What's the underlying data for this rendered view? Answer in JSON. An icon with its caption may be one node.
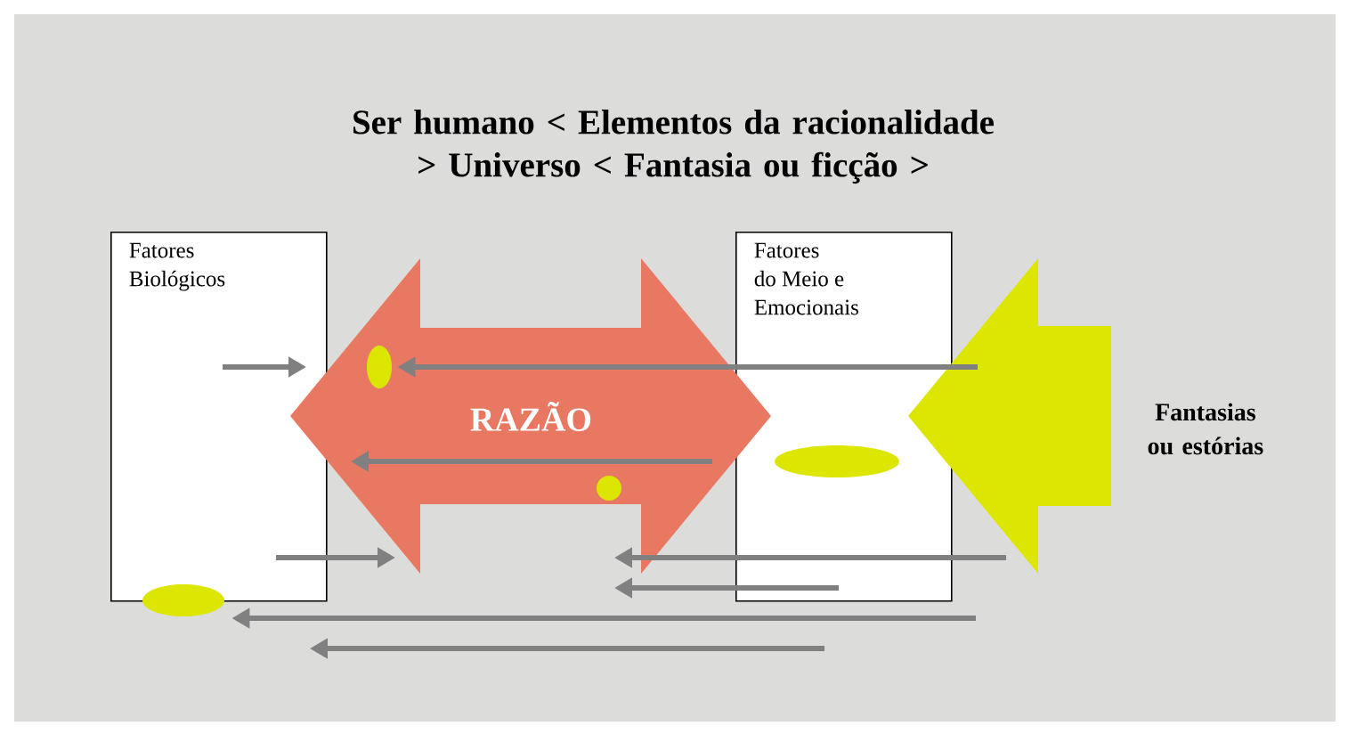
{
  "diagram": {
    "title": "Ser humano < Elementos da racionalidade > Universo < Fantasia ou ficção >",
    "nodes": [
      {
        "text": [
          "Fatores Biológicos"
        ]
      },
      {
        "text": [
          "RAZÃO"
        ]
      },
      {
        "text": [],
        "shape": "ellipse",
        "in": 1
      },
      {
        "text": [],
        "shape": "circle",
        "in": 1
      },
      {
        "text": [
          "Fatores do Meio e Emocionais"
        ]
      },
      {
        "text": [],
        "shape": "ellipse",
        "in": 4
      },
      {
        "text": [
          "Fantasias ou estórias"
        ]
      },
      {
        "text": [],
        "shape": "ellipse"
      }
    ],
    "edges": [
      {
        "from": 0,
        "to": 1,
        "arrow": "to"
      },
      {
        "from": 6,
        "to": 2,
        "arrow": "to"
      },
      {
        "from": 0,
        "to": 1,
        "arrow": "to"
      },
      {
        "from": 6,
        "to": 1,
        "arrow": "to"
      },
      {
        "from": 4,
        "to": 1,
        "arrow": "to"
      },
      {
        "from": null,
        "to": 7,
        "arrow": "to"
      },
      {
        "from": 4,
        "to": null,
        "arrow": "to"
      }
    ]
  }
}
